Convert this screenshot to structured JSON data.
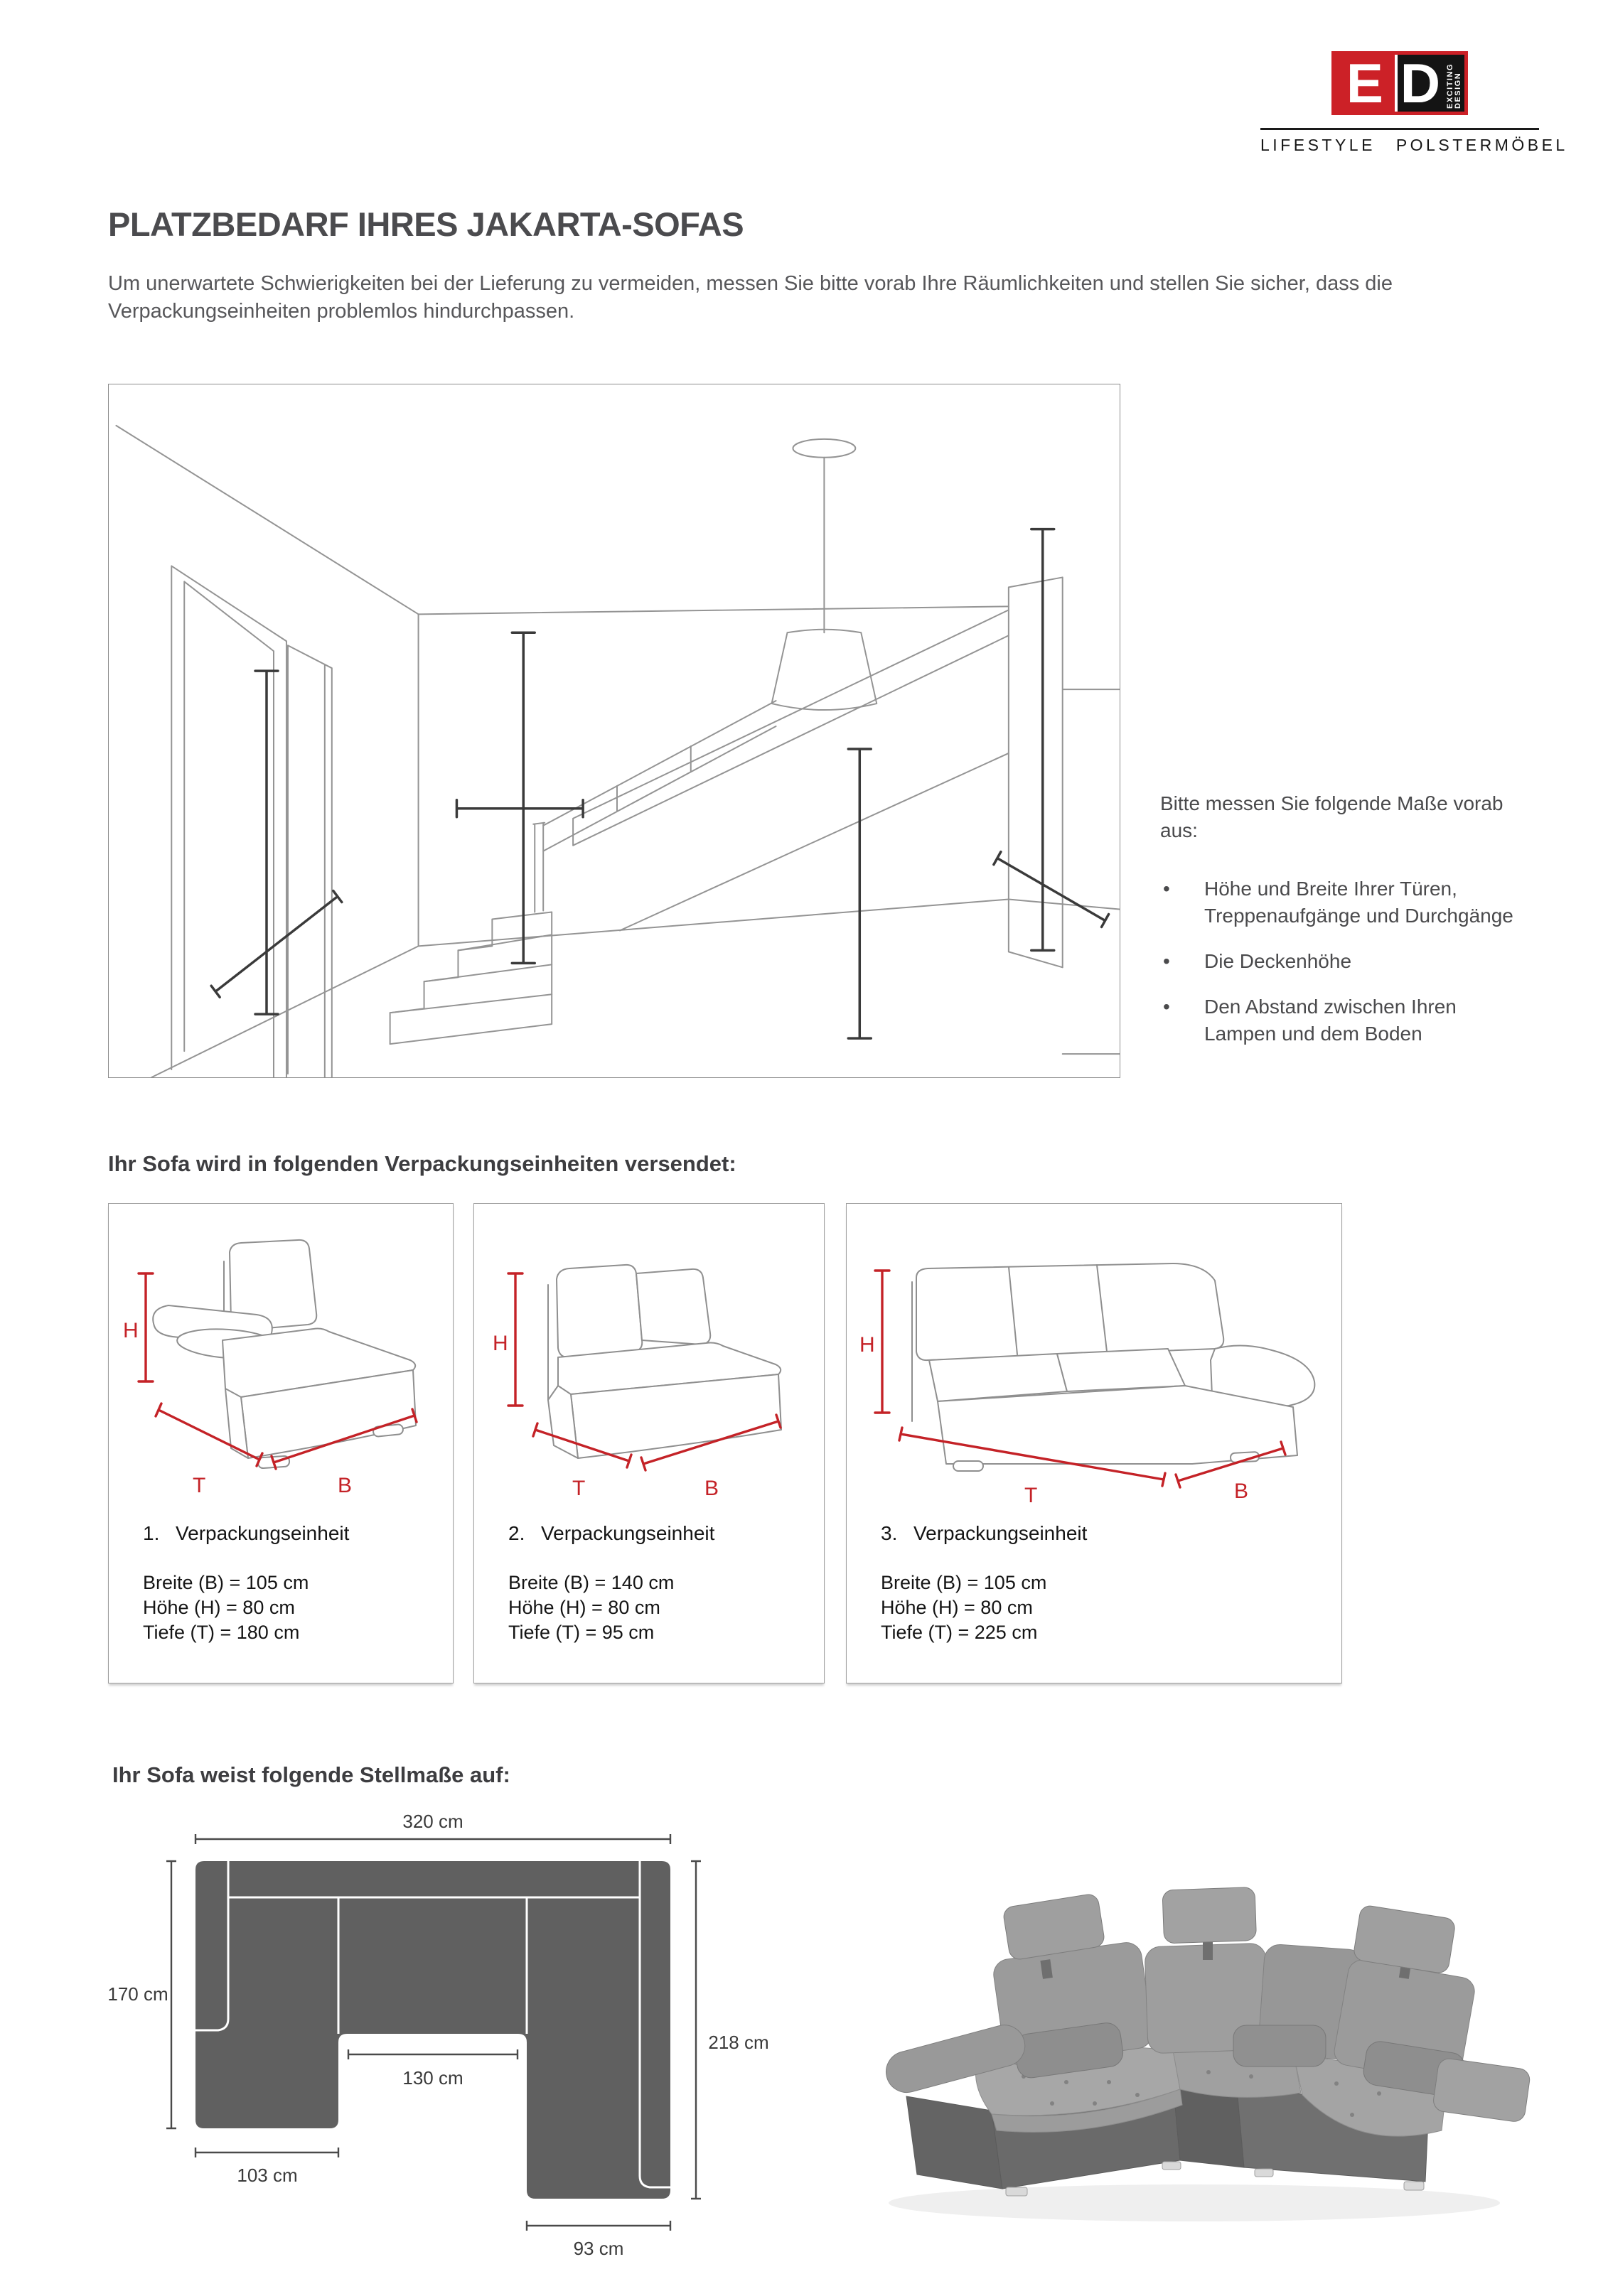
{
  "logo": {
    "e": "E",
    "d": "D",
    "vertical_top": "EXCITING",
    "vertical_bottom": "DESIGN",
    "tagline": "LIFESTYLE POLSTERMÖBEL",
    "accent_red": "#cc2127"
  },
  "page": {
    "title": "PLATZBEDARF IHRES JAKARTA-SOFAS",
    "intro": "Um unerwartete Schwierigkeiten bei der Lieferung zu vermeiden, messen Sie bitte vorab Ihre Räumlichkeiten und stellen Sie sicher, dass die Verpackungseinheiten problemlos hindurchpassen."
  },
  "measure_note": {
    "intro": "Bitte messen Sie folgende Maße vorab aus:",
    "bullets": [
      "Höhe und Breite Ihrer Türen, Treppenaufgänge und Durchgänge",
      "Die Deckenhöhe",
      "Den Abstand zwischen Ihren Lampen und dem Boden"
    ]
  },
  "packaging": {
    "heading": "Ihr Sofa wird in folgenden Verpackungseinheiten versendet:",
    "dim_labels": {
      "h": "H",
      "t": "T",
      "b": "B"
    },
    "accent_red": "#c42227",
    "units": [
      {
        "index": "1.",
        "name": "Verpackungseinheit",
        "lines": [
          "Breite (B) = 105 cm",
          "Höhe (H) = 80 cm",
          "Tiefe (T) = 180 cm"
        ]
      },
      {
        "index": "2.",
        "name": "Verpackungseinheit",
        "lines": [
          "Breite (B) = 140 cm",
          "Höhe (H) = 80 cm",
          "Tiefe (T) = 95 cm"
        ]
      },
      {
        "index": "3.",
        "name": "Verpackungseinheit",
        "lines": [
          "Breite (B) = 105 cm",
          "Höhe (H) = 80 cm",
          "Tiefe (T) = 225 cm"
        ]
      }
    ]
  },
  "stellmass": {
    "heading": "Ihr Sofa weist folgende Stellmaße auf:",
    "plan_fill": "#606060",
    "dims": {
      "top": "320 cm",
      "left": "170 cm",
      "right": "218 cm",
      "center": "130 cm",
      "bottom_left": "103 cm",
      "bottom_right": "93 cm"
    }
  }
}
